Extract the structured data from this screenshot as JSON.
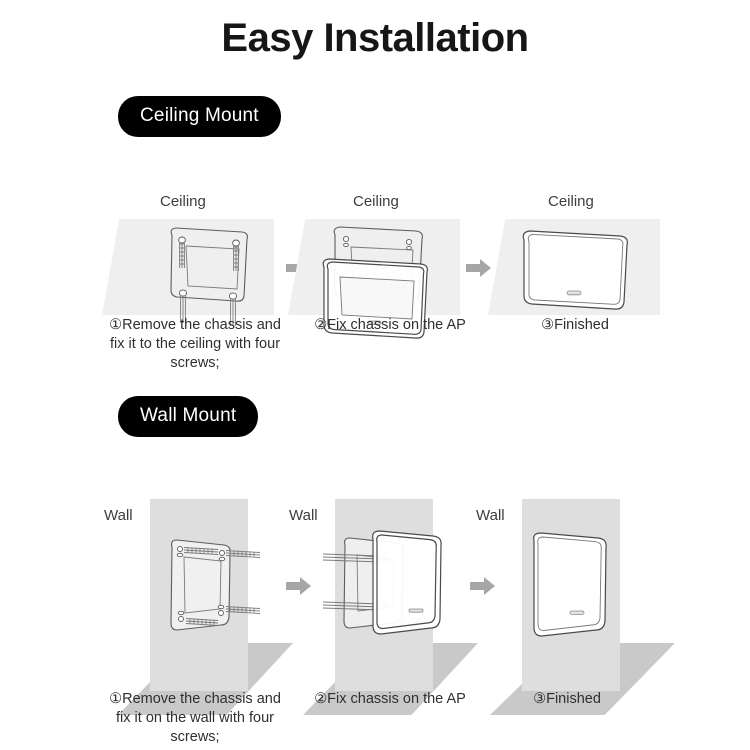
{
  "page": {
    "title": "Easy Installation",
    "background_color": "#ffffff",
    "text_color": "#3a3a3a"
  },
  "colors": {
    "badge_background": "#000000",
    "badge_text": "#ffffff",
    "ceiling_panel": "#efefef",
    "wall_panel": "#dedede",
    "wall_shadow": "#c9c9c9",
    "line_stroke": "#5d5d5d",
    "arrow": "#a6a6a6"
  },
  "sections": [
    {
      "badge": "Ceiling Mount",
      "surface_label": "Ceiling",
      "steps": [
        {
          "label": "Ceiling",
          "caption": "①Remove the chassis and fix it to the ceiling with four screws;",
          "caption_lines": [
            "①Remove the chassis and",
            "fix it to the ceiling with four",
            "screws;"
          ],
          "illustration": "ceiling-bracket-with-screws"
        },
        {
          "label": "Ceiling",
          "caption": "②Fix chassis on the AP",
          "caption_lines": [
            "②Fix chassis on the AP"
          ],
          "illustration": "ceiling-chassis-sliding-onto-ap"
        },
        {
          "label": "Ceiling",
          "caption": "③Finished",
          "caption_lines": [
            "③Finished"
          ],
          "illustration": "ceiling-ap-installed"
        }
      ],
      "arrows": [
        "arrow-right-icon",
        "arrow-right-icon"
      ]
    },
    {
      "badge": "Wall Mount",
      "surface_label": "Wall",
      "steps": [
        {
          "label": "Wall",
          "caption": "①Remove the chassis and fix it on the wall with four screws;",
          "caption_lines": [
            "①Remove the chassis and",
            "fix it on the wall with four",
            "screws;"
          ],
          "illustration": "wall-bracket-with-screws"
        },
        {
          "label": "Wall",
          "caption": "②Fix chassis on the AP",
          "caption_lines": [
            "②Fix chassis on the AP"
          ],
          "illustration": "wall-chassis-sliding-onto-ap"
        },
        {
          "label": "Wall",
          "caption": "③Finished",
          "caption_lines": [
            "③Finished"
          ],
          "illustration": "wall-ap-installed"
        }
      ],
      "arrows": [
        "arrow-right-icon",
        "arrow-right-icon"
      ]
    }
  ]
}
